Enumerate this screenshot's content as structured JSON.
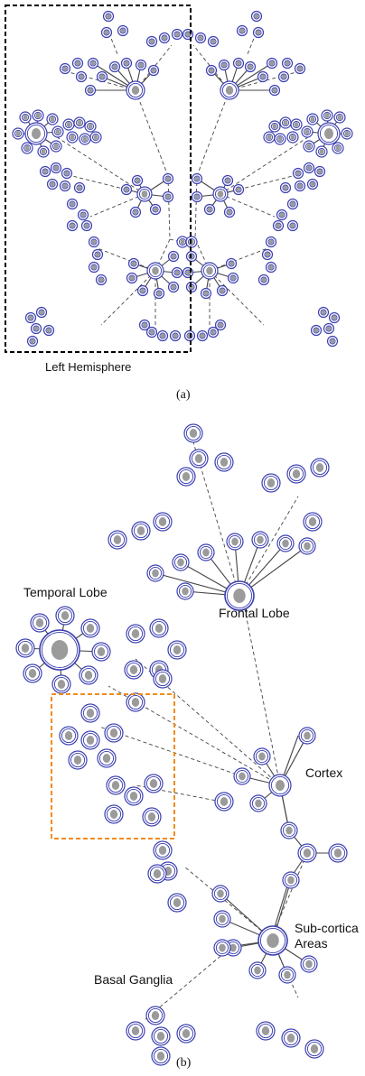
{
  "panels": {
    "a": {
      "caption": "(a)",
      "box_label": "Left Hemisphere"
    },
    "b": {
      "caption": "(b)",
      "labels": {
        "temporal_lobe": "Temporal Lobe",
        "frontal_lobe": "Frontal Lobe",
        "cortex": "Cortex",
        "subcortical_line1": "Sub-cortica",
        "subcortical_line2": "Areas",
        "basal_ganglia": "Basal Ganglia"
      }
    }
  },
  "colors": {
    "node_ring": "#3b3fb0",
    "edge": "#444444",
    "hemisphere_box": "#000000",
    "highlight_box": "#f08c1e",
    "thumbnail": "#8a8a8a"
  }
}
